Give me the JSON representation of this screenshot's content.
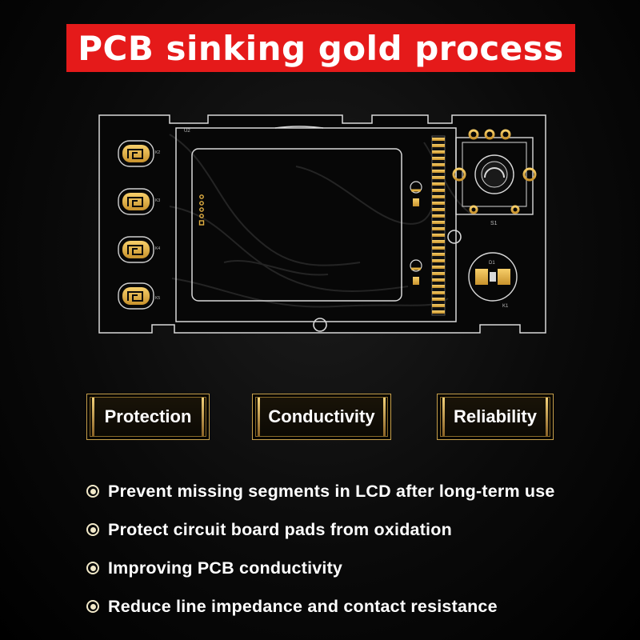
{
  "title": "PCB sinking gold process",
  "pcb": {
    "board_labels": [
      "U2",
      "K2",
      "K3",
      "K4",
      "K5",
      "S1",
      "D1",
      "K1"
    ],
    "colors": {
      "board": "#0a0a0a",
      "silkscreen": "#d8d8d8",
      "gold": "#e2b043",
      "trace": "#262626"
    }
  },
  "features": [
    {
      "label": "Protection"
    },
    {
      "label": "Conductivity"
    },
    {
      "label": "Reliability"
    }
  ],
  "bullets": [
    "Prevent missing segments in LCD after long-term use",
    "Protect circuit board pads from oxidation",
    "Improving PCB conductivity",
    "Reduce line impedance and contact resistance"
  ],
  "colors": {
    "banner": "#e51a1a",
    "gold_frame": "#c9a24b",
    "background": "#0b0b0b"
  }
}
